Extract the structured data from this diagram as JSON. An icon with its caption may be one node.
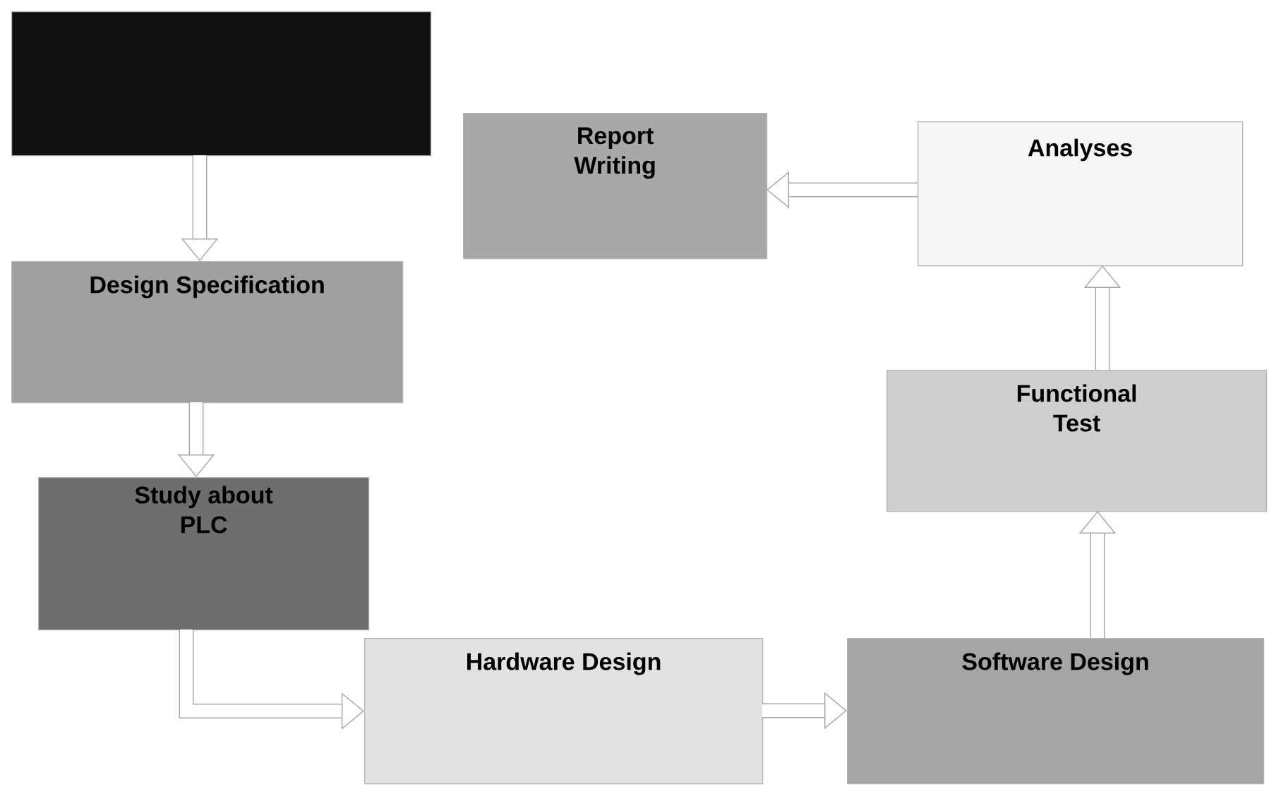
{
  "diagram": {
    "nodes": [
      {
        "text": [],
        "shape": "box"
      },
      {
        "text": [
          "Design Specification"
        ]
      },
      {
        "text": [
          "Study about PLC"
        ]
      },
      {
        "text": [
          "Report Writing"
        ]
      },
      {
        "text": [
          "Analyses"
        ]
      },
      {
        "text": [
          "Functional Test"
        ]
      },
      {
        "text": [
          "Hardware Design"
        ]
      },
      {
        "text": [
          "Software Design"
        ]
      }
    ],
    "edges": [
      {
        "from": 0,
        "to": 1,
        "arrow": "to"
      },
      {
        "from": 1,
        "to": 2,
        "arrow": "to"
      },
      {
        "from": 2,
        "to": 6,
        "arrow": "to"
      },
      {
        "from": 6,
        "to": 7,
        "arrow": "to"
      },
      {
        "from": 7,
        "to": 5,
        "arrow": "to"
      },
      {
        "from": 5,
        "to": 4,
        "arrow": "to"
      },
      {
        "from": 4,
        "to": 3,
        "arrow": "to"
      }
    ]
  }
}
